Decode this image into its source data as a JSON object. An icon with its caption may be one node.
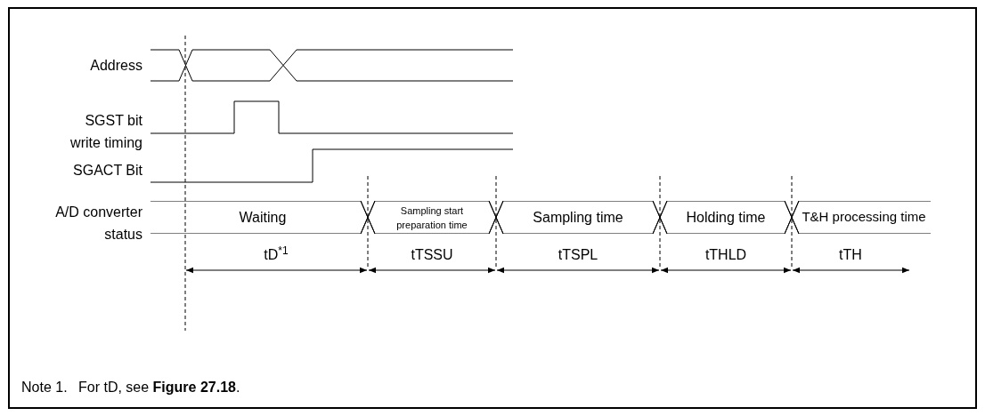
{
  "diagram": {
    "nodes": [
      {
        "text": [
          "Waiting"
        ]
      },
      {
        "text": [
          "Sampling start preparation time"
        ]
      },
      {
        "text": [
          "Sampling time"
        ]
      },
      {
        "text": [
          "Holding time"
        ]
      },
      {
        "text": [
          "T&H processing time"
        ]
      }
    ],
    "labels": [
      "Address",
      "SGST bit write timing",
      "SGACT Bit",
      "A/D converter status",
      "tD$^{*1}$",
      "tTSSU",
      "tTSPL",
      "tTHLD",
      "tTH",
      "Note 1.",
      "For tD, see **Figure 27.18**."
    ]
  }
}
